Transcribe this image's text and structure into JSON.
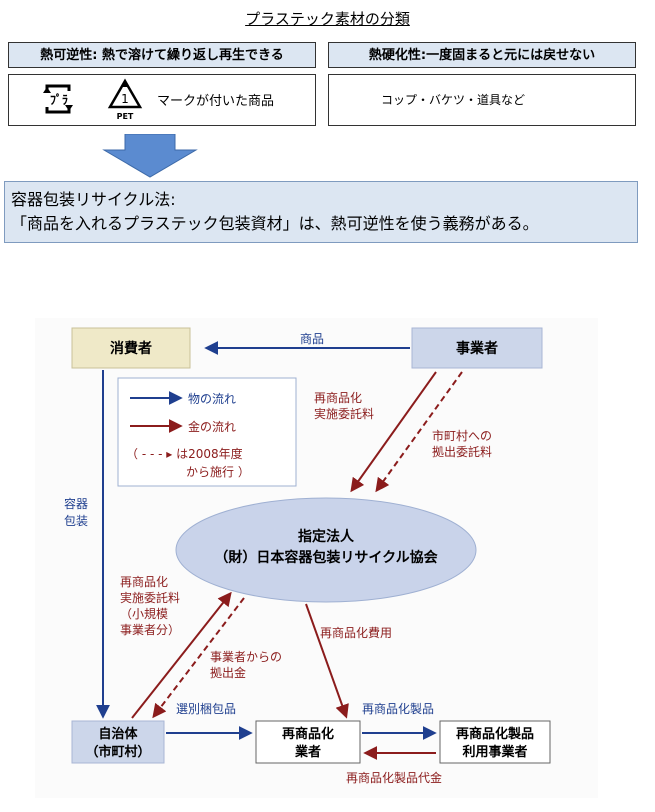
{
  "title": "プラステック素材の分類",
  "thermoplastic": {
    "header": "熱可逆性: 熱で溶けて繰り返し再生できる",
    "icon_pet_label": "PET",
    "icon_pet_number": "1",
    "icon_pla_label": "ﾌﾟﾗ",
    "description": "マークが付いた商品"
  },
  "thermoset": {
    "header": "熱硬化性:一度固まると元には戻せない",
    "description": "コップ・バケツ・道具など"
  },
  "law": {
    "line1": "容器包装リサイクル法:",
    "line2": "「商品を入れるプラステック包装資材」は、熱可逆性を使う義務がある。"
  },
  "colors": {
    "goods_flow": "#1f3f8f",
    "money_flow": "#8b1c1c",
    "node_fill_top": "#efe9c8",
    "node_fill_blue": "#ccd6ea",
    "ellipse_fill": "#c9d3ea",
    "arrow_fill": "#5b8bd0"
  },
  "diagram": {
    "consumer": "消費者",
    "business": "事業者",
    "product": "商品",
    "designated_corp_line1": "指定法人",
    "designated_corp_line2": "（財）日本容器包装リサイクル協会",
    "municipality_line1": "自治体",
    "municipality_line2": "（市町村）",
    "recycler_line1": "再商品化",
    "recycler_line2": "業者",
    "user_line1": "再商品化製品",
    "user_line2": "利用事業者",
    "legend_goods": "物の流れ",
    "legend_money": "金の流れ",
    "legend_dashed_line1": "（ - - - ▸ は2008年度",
    "legend_dashed_line2": "から施行 ）",
    "containers_line1": "容器",
    "containers_line2": "包装",
    "fee_business_line1": "再商品化",
    "fee_business_line2": "実施委託料",
    "to_municipality_line1": "市町村への",
    "to_municipality_line2": "拠出委託料",
    "fee_small_line1": "再商品化",
    "fee_small_line2": "実施委託料",
    "fee_small_line3": "（小規模",
    "fee_small_line4": "事業者分）",
    "contribution_line1": "事業者からの",
    "contribution_line2": "拠出金",
    "recycling_cost": "再商品化費用",
    "sorted_goods": "選別梱包品",
    "recycled_products": "再商品化製品",
    "recycled_products_payment": "再商品化製品代金"
  }
}
